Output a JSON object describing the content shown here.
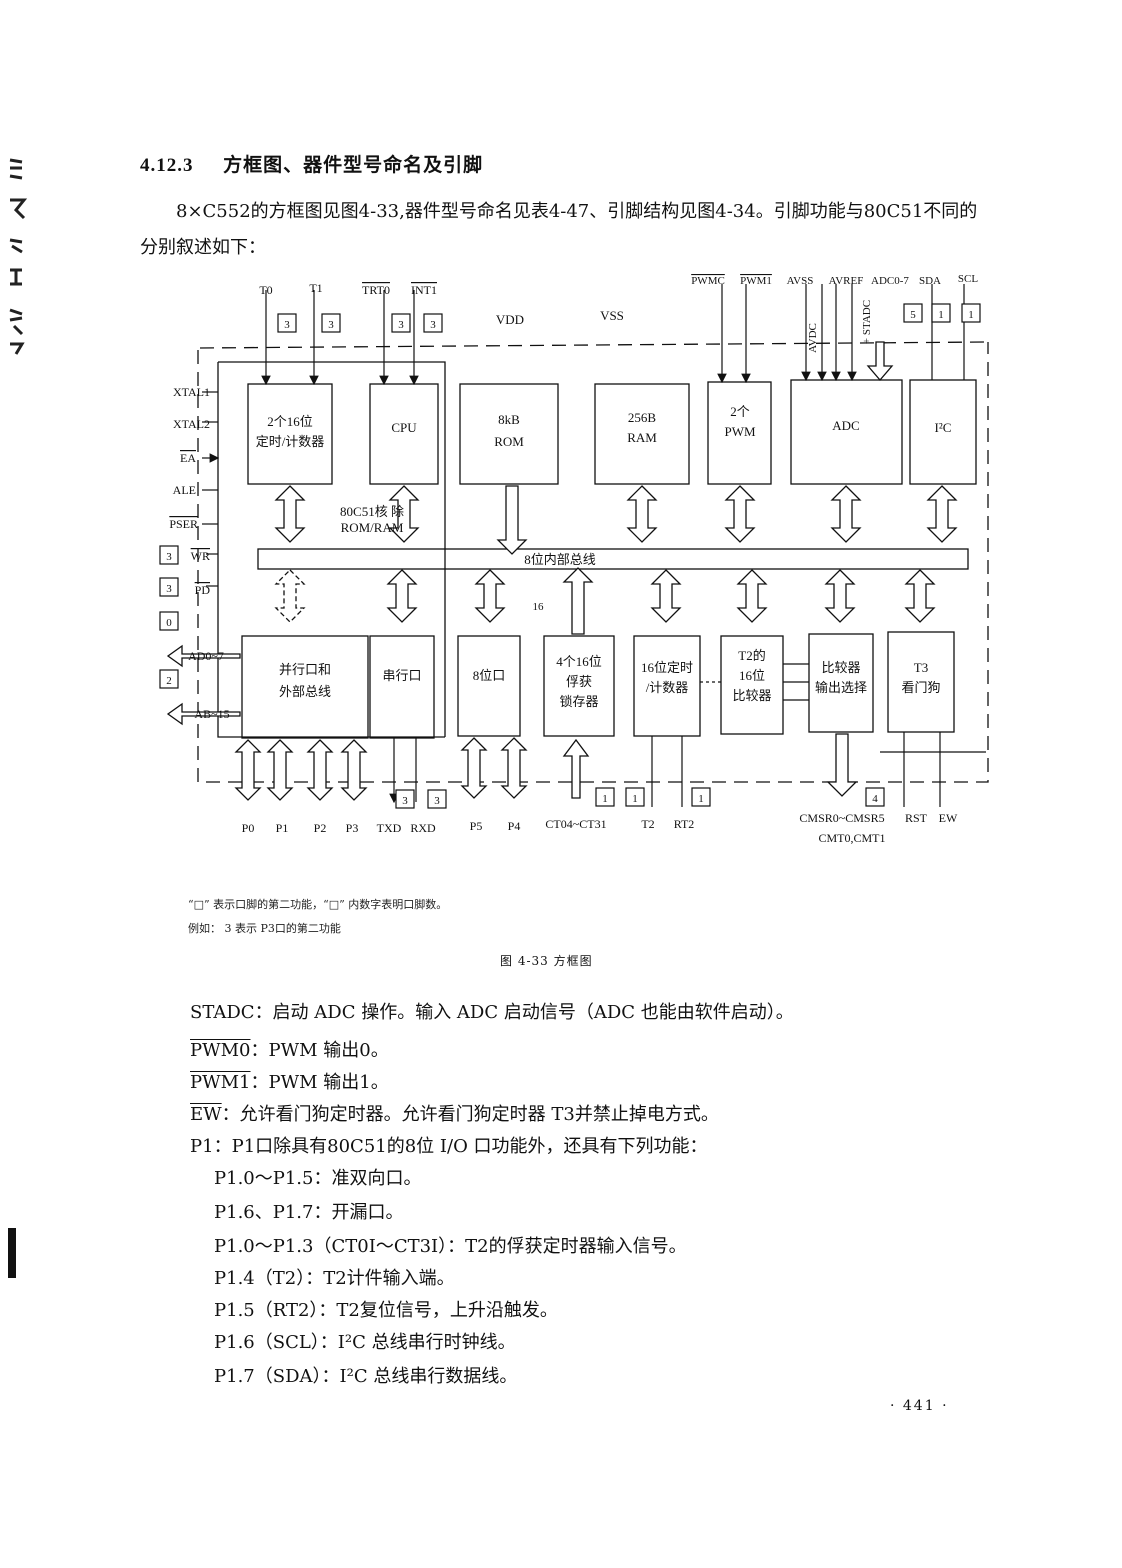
{
  "heading": {
    "number": "4.12.3",
    "title": "方框图、器件型号命名及引脚"
  },
  "intro": "8×C552的方框图见图4-33,器件型号命名见表4-47、引脚结构见图4-34。引脚功能与80C51不同的分别叙述如下：",
  "diagram": {
    "blocks": {
      "timer": [
        "2个16位",
        "定时/计数器"
      ],
      "cpu": "CPU",
      "rom": [
        "8kB",
        "ROM"
      ],
      "ram": [
        "256B",
        "RAM"
      ],
      "pwm": [
        "2个",
        "PWM"
      ],
      "adc": "ADC",
      "i2c": "I²C",
      "parallel": [
        "并行口和",
        "外部总线"
      ],
      "serial": "串行口",
      "port8": "8位口",
      "capture": [
        "4个16位",
        "俘获",
        "锁存器"
      ],
      "timer16": [
        "16位定时",
        "/计数器"
      ],
      "t2cmp": [
        "T2的",
        "16位",
        "比较器"
      ],
      "cmpsel": [
        "比较器",
        "输出选择"
      ],
      "t3": [
        "T3",
        "看门狗"
      ]
    },
    "bus_label": "8位内部总线",
    "core_note": [
      "80C51核 除",
      "ROM/RAM"
    ],
    "bus_width": "16",
    "supply": {
      "vdd": "VDD",
      "vss": "VSS"
    },
    "top_pins": [
      "T0",
      "T1",
      "TRT0",
      "INT1"
    ],
    "top_boxes": [
      "3",
      "3",
      "3",
      "3"
    ],
    "right_top_pins": [
      "PWMC",
      "PWM1",
      "AVSS",
      "AVREF",
      "ADC0-7",
      "SDA",
      "SCL"
    ],
    "adc_inputs": [
      "AVDC",
      "+ STADC"
    ],
    "right_top_boxes": [
      "5",
      "1",
      "1"
    ],
    "left_pins": [
      "XTAL1",
      "XTAL2",
      "EA",
      "ALE",
      "PSER",
      "WR",
      "PD"
    ],
    "left_boxes": [
      "3",
      "3",
      "0",
      "2"
    ],
    "left_bus": [
      "AD0~7",
      "AB~15"
    ],
    "bottom_pins": [
      "P0",
      "P1",
      "P2",
      "P3",
      "TXD",
      "RXD",
      "P5",
      "P4",
      "CT04~CT31",
      "T2",
      "RT2"
    ],
    "bottom_boxes": [
      "3",
      "3",
      "1",
      "1",
      "1",
      "4"
    ],
    "bottom_right": [
      "CMSR0~CMSR5",
      "RST",
      "EW",
      "CMT0,CMT1"
    ]
  },
  "note_lines": [
    "“□” 表示口脚的第二功能，“□” 内数字表明口脚数。",
    "例如： 3  表示 P3口的第二功能"
  ],
  "caption": "图 4-33  方框图",
  "definitions": [
    {
      "term": "STADC",
      "text": "：启动 ADC 操作。输入 ADC 启动信号（ADC 也能由软件启动）。"
    },
    {
      "term": "PWM0",
      "text": "：PWM 输出0。"
    },
    {
      "term": "PWM1",
      "text": "：PWM 输出1。"
    },
    {
      "term": "EW",
      "text": "：允许看门狗定时器。允许看门狗定时器 T3并禁止掉电方式。"
    },
    {
      "term": "P1",
      "text": "：P1口除具有80C51的8位 I/O 口功能外，还具有下列功能："
    }
  ],
  "sub_items": [
    "P1.0～P1.5：准双向口。",
    "P1.6、P1.7：开漏口。",
    "P1.0～P1.3（CT0I～CT3I）：T2的俘获定时器输入信号。",
    "P1.4（T2）：T2计件输入端。",
    "P1.5（RT2）：T2复位信号，上升沿触发。",
    "P1.6（SCL）：I²C 总线串行时钟线。",
    "P1.7（SDA）：I²C 总线串行数据线。"
  ],
  "page_number": "· 441 ·"
}
